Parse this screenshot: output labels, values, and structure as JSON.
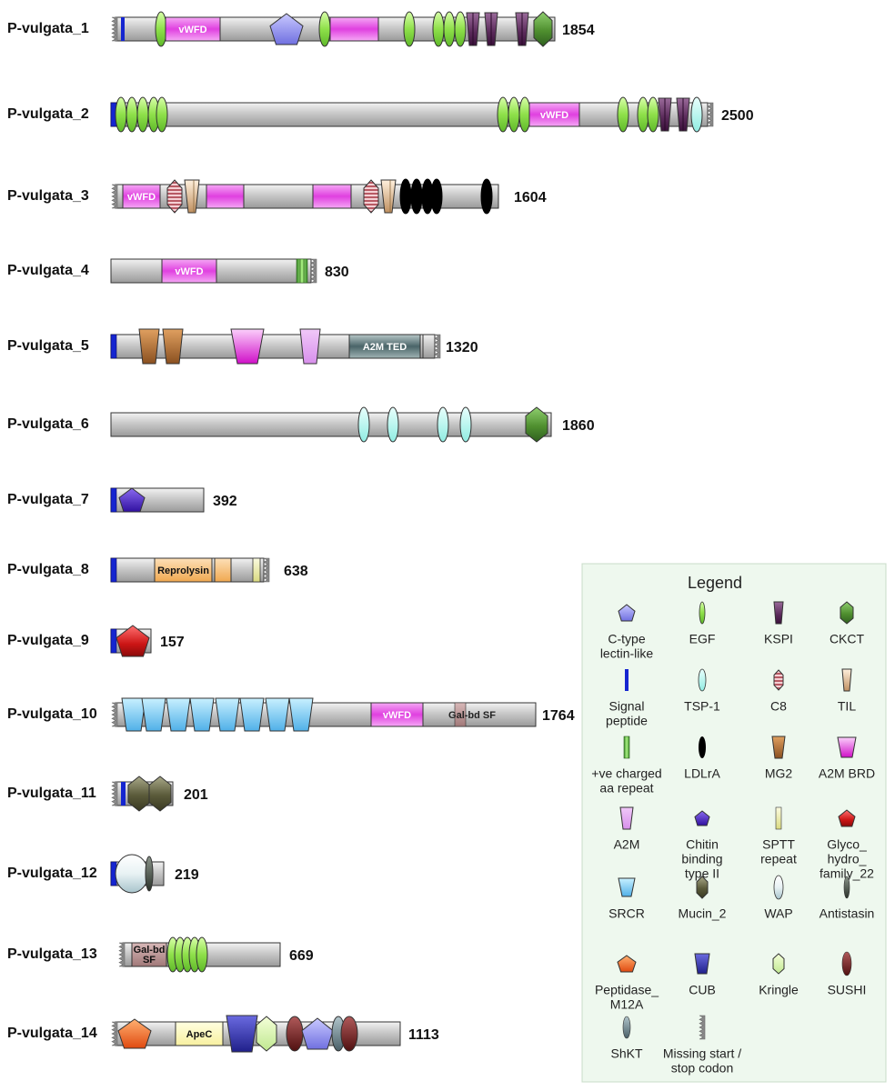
{
  "proteins": [
    {
      "id": "P-vulgata_1",
      "length": "1854"
    },
    {
      "id": "P-vulgata_2",
      "length": "2500"
    },
    {
      "id": "P-vulgata_3",
      "length": "1604"
    },
    {
      "id": "P-vulgata_4",
      "length": "830"
    },
    {
      "id": "P-vulgata_5",
      "length": "1320"
    },
    {
      "id": "P-vulgata_6",
      "length": "1860"
    },
    {
      "id": "P-vulgata_7",
      "length": "392"
    },
    {
      "id": "P-vulgata_8",
      "length": "638"
    },
    {
      "id": "P-vulgata_9",
      "length": "157"
    },
    {
      "id": "P-vulgata_10",
      "length": "1764"
    },
    {
      "id": "P-vulgata_11",
      "length": "201"
    },
    {
      "id": "P-vulgata_12",
      "length": "219"
    },
    {
      "id": "P-vulgata_13",
      "length": "669"
    },
    {
      "id": "P-vulgata_14",
      "length": "1113"
    }
  ],
  "domain_labels": {
    "vwfd": "vWFD",
    "a2m_ted": "A2M TED",
    "reprolysin": "Reprolysin",
    "galbd_sf": "Gal-bd SF",
    "galbd_line1": "Gal-bd",
    "galbd_line2": "SF",
    "apec": "ApeC"
  },
  "legend": {
    "title": "Legend",
    "items": [
      {
        "key": "ctype",
        "lines": [
          "C-type",
          "lectin-like"
        ],
        "color": "#8c8cf0"
      },
      {
        "key": "egf",
        "lines": [
          "EGF"
        ],
        "color": "#8ee04a"
      },
      {
        "key": "kspi",
        "lines": [
          "KSPI"
        ],
        "color": "#6a3a6a"
      },
      {
        "key": "ckct",
        "lines": [
          "CKCT"
        ],
        "color": "#4f8f2f"
      },
      {
        "key": "signal",
        "lines": [
          "Signal",
          "peptide"
        ],
        "color": "#1525d0"
      },
      {
        "key": "tsp1",
        "lines": [
          "TSP-1"
        ],
        "color": "#b8f5ee"
      },
      {
        "key": "c8",
        "lines": [
          "C8"
        ],
        "color": "#c76a72"
      },
      {
        "key": "til",
        "lines": [
          "TIL"
        ],
        "color": "#d8b890"
      },
      {
        "key": "posrepeat",
        "lines": [
          "+ve charged",
          "aa repeat"
        ],
        "color": "#7ad050"
      },
      {
        "key": "ldlra",
        "lines": [
          "LDLrA"
        ],
        "color": "#000000"
      },
      {
        "key": "mg2",
        "lines": [
          "MG2"
        ],
        "color": "#b07030"
      },
      {
        "key": "a2mbrd",
        "lines": [
          "A2M BRD"
        ],
        "color": "#e020d0"
      },
      {
        "key": "a2m",
        "lines": [
          "A2M"
        ],
        "color": "#e0a0f0"
      },
      {
        "key": "chitin",
        "lines": [
          "Chitin",
          "binding",
          "type II"
        ],
        "color": "#4a20c0"
      },
      {
        "key": "sptt",
        "lines": [
          "SPTT",
          "repeat"
        ],
        "color": "#f0f0a0"
      },
      {
        "key": "glyco",
        "lines": [
          "Glyco_",
          "hydro_",
          "family_22"
        ],
        "color": "#d02020"
      },
      {
        "key": "srcr",
        "lines": [
          "SRCR"
        ],
        "color": "#60c0f0"
      },
      {
        "key": "mucin",
        "lines": [
          "Mucin_2"
        ],
        "color": "#6a6a4a"
      },
      {
        "key": "wap",
        "lines": [
          "WAP"
        ],
        "color": "#c0d8e0"
      },
      {
        "key": "antistasin",
        "lines": [
          "Antistasin"
        ],
        "color": "#505a50"
      },
      {
        "key": "m12a",
        "lines": [
          "Peptidase_",
          "M12A"
        ],
        "color": "#f06020"
      },
      {
        "key": "cub",
        "lines": [
          "CUB"
        ],
        "color": "#3030a0"
      },
      {
        "key": "kringle",
        "lines": [
          "Kringle"
        ],
        "color": "#d8f0a0"
      },
      {
        "key": "sushi",
        "lines": [
          "SUSHI"
        ],
        "color": "#6a1818"
      },
      {
        "key": "shkt",
        "lines": [
          "ShKT"
        ],
        "color": "#607880"
      },
      {
        "key": "missing",
        "lines": [
          "Missing start /",
          "stop codon"
        ],
        "color": "#888888"
      }
    ]
  }
}
